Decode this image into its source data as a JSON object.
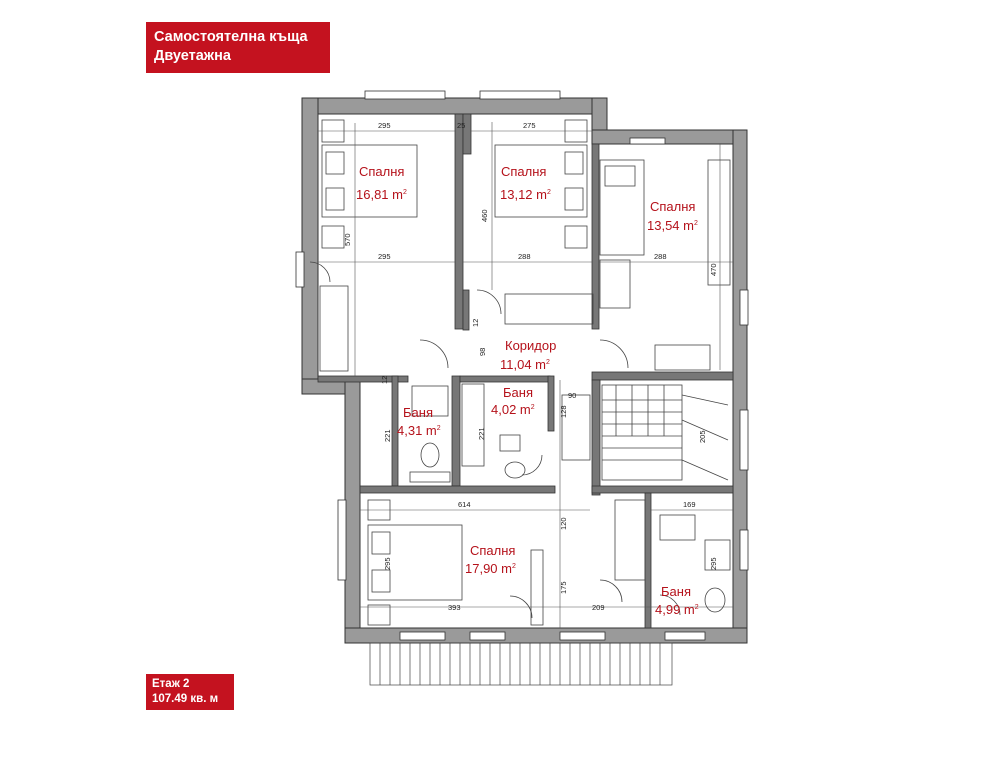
{
  "header": {
    "line1": "Самостоятелна къща",
    "line2": "Двуетажна"
  },
  "footer": {
    "floor": "Етаж 2",
    "area": "107.49 кв. м"
  },
  "rooms": {
    "bedroom1": {
      "name": "Спалня",
      "area": "16,81 m",
      "sup": "2"
    },
    "bedroom2": {
      "name": "Спалня",
      "area": "13,12 m",
      "sup": "2"
    },
    "bedroom3": {
      "name": "Спалня",
      "area": "13,54 m",
      "sup": "2"
    },
    "corridor": {
      "name": "Коридор",
      "area": "11,04 m",
      "sup": "2"
    },
    "bath1": {
      "name": "Баня",
      "area": "4,31 m",
      "sup": "2"
    },
    "bath2": {
      "name": "Баня",
      "area": "4,02 m",
      "sup": "2"
    },
    "bedroom4": {
      "name": "Спалня",
      "area": "17,90 m",
      "sup": "2"
    },
    "bath3": {
      "name": "Баня",
      "area": "4,99 m",
      "sup": "2"
    }
  },
  "dimensions": {
    "d295a": "295",
    "d25": "25",
    "d275": "275",
    "d570": "570",
    "d460": "460",
    "d295b": "295",
    "d288a": "288",
    "d288b": "288",
    "d470": "470",
    "d98": "98",
    "d12a": "12",
    "d12b": "12",
    "d90": "90",
    "d128": "128",
    "d221a": "221",
    "d221b": "221",
    "d205": "205",
    "d614": "614",
    "d120": "120",
    "d169": "169",
    "d295c": "295",
    "d295d": "295",
    "d175": "175",
    "d393": "393",
    "d209": "209"
  }
}
